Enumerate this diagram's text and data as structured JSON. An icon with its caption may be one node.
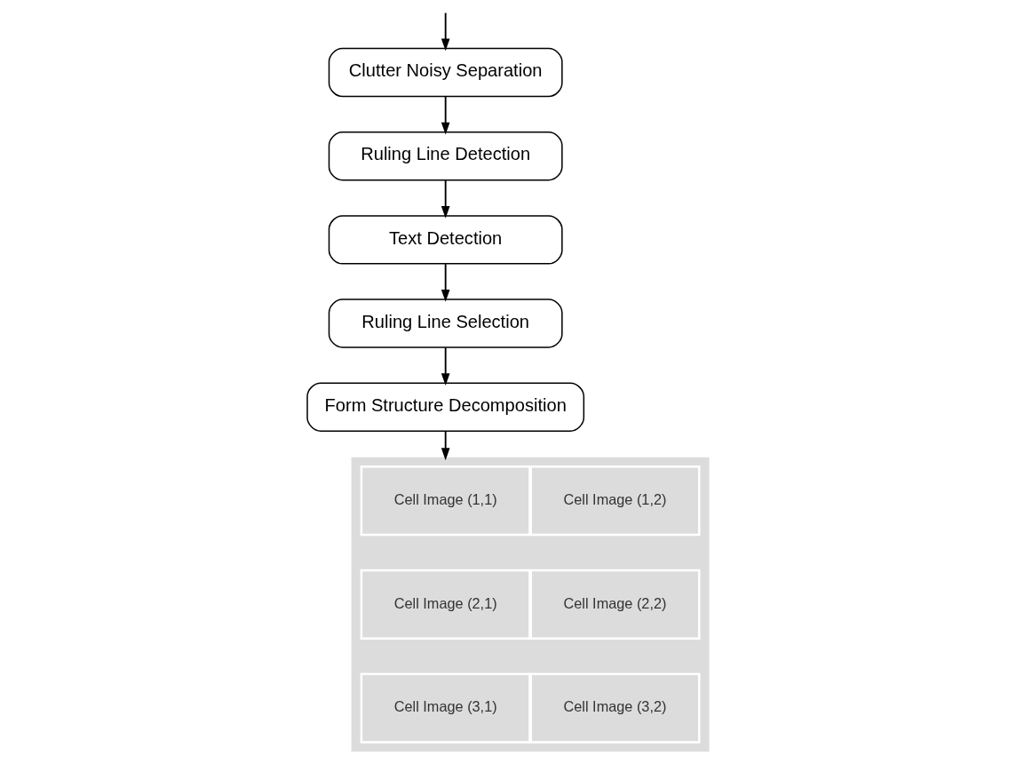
{
  "diagram": {
    "nodes": [
      {
        "text": [
          "Clutter Noisy Separation"
        ]
      },
      {
        "text": [
          "Ruling Line Detection"
        ]
      },
      {
        "text": [
          "Text Detection"
        ]
      },
      {
        "text": [
          "Ruling Line Selection"
        ]
      },
      {
        "text": [
          "Form Structure Decomposition"
        ]
      },
      {
        "text": [],
        "shape": "box"
      },
      {
        "text": [
          "Cell Image (1,1)"
        ],
        "in": 5
      },
      {
        "text": [
          "Cell Image (1,2)"
        ],
        "in": 5
      },
      {
        "text": [
          "Cell Image (2,1)"
        ],
        "in": 5
      },
      {
        "text": [
          "Cell Image (2,2)"
        ],
        "in": 5
      },
      {
        "text": [
          "Cell Image (3,1)"
        ],
        "in": 5
      },
      {
        "text": [
          "Cell Image (3,2)"
        ],
        "in": 5
      }
    ],
    "edges": [
      {
        "from": null,
        "to": 0,
        "arrow": "to"
      },
      {
        "from": 0,
        "to": 1,
        "arrow": "to"
      },
      {
        "from": 1,
        "to": 2,
        "arrow": "to"
      },
      {
        "from": 2,
        "to": 3,
        "arrow": "to"
      },
      {
        "from": 3,
        "to": 4,
        "arrow": "to"
      },
      {
        "from": 4,
        "to": 5,
        "arrow": "to"
      }
    ]
  }
}
